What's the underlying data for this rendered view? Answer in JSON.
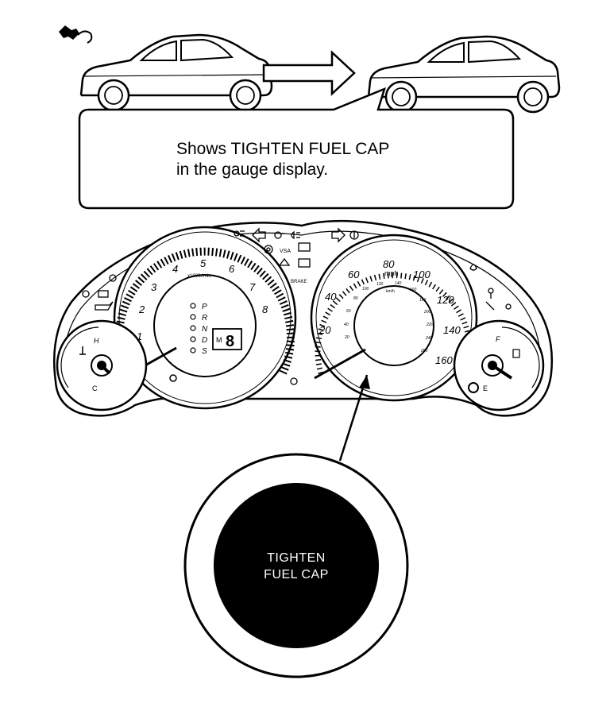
{
  "callout": {
    "line1": "Shows TIGHTEN FUEL CAP",
    "line2": "in the gauge display."
  },
  "tachometer": {
    "numbers": [
      "1",
      "2",
      "3",
      "4",
      "5",
      "6",
      "7",
      "8"
    ],
    "unit": "x1000r/min"
  },
  "gear_indicator": {
    "positions": [
      "P",
      "R",
      "N",
      "D",
      "S"
    ],
    "mode": "M",
    "digit": "8"
  },
  "speedometer": {
    "mph_numbers": [
      "20",
      "40",
      "60",
      "80",
      "100",
      "120",
      "140",
      "160"
    ],
    "unit_mph": "mph",
    "kmh_numbers": [
      "20",
      "40",
      "60",
      "80",
      "100",
      "120",
      "140",
      "160",
      "180",
      "200",
      "220",
      "240",
      "260"
    ],
    "unit_kmh": "km/h"
  },
  "temp_gauge": {
    "high": "H",
    "low": "C"
  },
  "fuel_gauge": {
    "full": "F",
    "empty": "E"
  },
  "indicators": {
    "vsa": "VSA",
    "brake": "BRAKE"
  },
  "display_message": {
    "line1": "TIGHTEN",
    "line2": "FUEL CAP"
  },
  "icons": [
    "fuel-cap-icon",
    "car-icon",
    "arrow-right-icon",
    "turn-left-icon",
    "turn-right-icon",
    "headlight-icon",
    "battery-icon",
    "oil-icon",
    "seatbelt-icon",
    "airbag-icon",
    "tpms-icon",
    "security-icon"
  ]
}
